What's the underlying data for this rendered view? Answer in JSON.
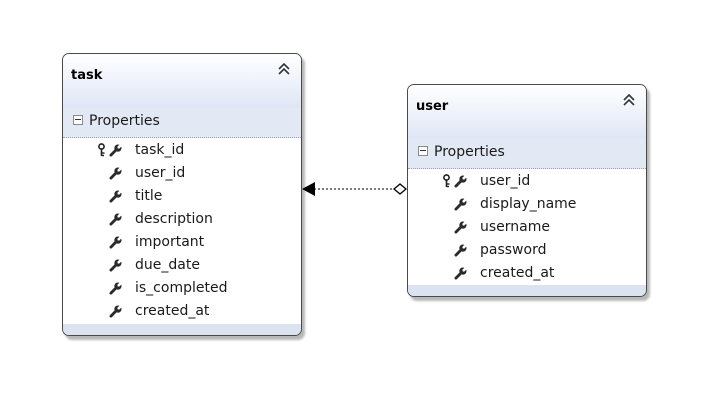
{
  "entities": {
    "task": {
      "name": "task",
      "section_label": "Properties",
      "properties": [
        {
          "name": "task_id",
          "key": true
        },
        {
          "name": "user_id",
          "key": false
        },
        {
          "name": "title",
          "key": false
        },
        {
          "name": "description",
          "key": false
        },
        {
          "name": "important",
          "key": false
        },
        {
          "name": "due_date",
          "key": false
        },
        {
          "name": "is_completed",
          "key": false
        },
        {
          "name": "created_at",
          "key": false
        }
      ]
    },
    "user": {
      "name": "user",
      "section_label": "Properties",
      "properties": [
        {
          "name": "user_id",
          "key": true
        },
        {
          "name": "display_name",
          "key": false
        },
        {
          "name": "username",
          "key": false
        },
        {
          "name": "password",
          "key": false
        },
        {
          "name": "created_at",
          "key": false
        }
      ]
    }
  },
  "icons": {
    "collapse": "double-chevron-up-icon",
    "key": "key-icon",
    "property": "wrench-icon",
    "section_toggle": "minus-box-icon"
  },
  "colors": {
    "header_gradient_end": "#dfe6f4",
    "section_bg": "#e3e9f4",
    "border": "#4a4a4a",
    "connector": "#333333"
  }
}
